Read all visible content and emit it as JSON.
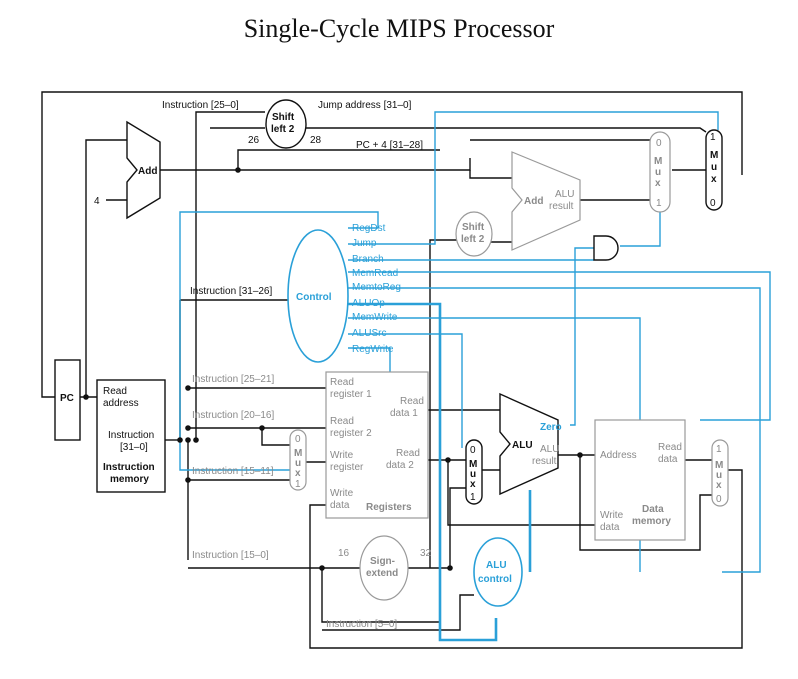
{
  "title": "Single-Cycle MIPS Processor",
  "labels": {
    "instr_25_0": "Instruction [25–0]",
    "shift_left_2_top_a": "Shift",
    "shift_left_2_top_b": "left 2",
    "n26": "26",
    "n28": "28",
    "jump_address": "Jump address [31–0]",
    "pc4": "PC + 4 [31–28]",
    "add": "Add",
    "four": "4",
    "shift_left_2_mid_a": "Shift",
    "shift_left_2_mid_b": "left 2",
    "add_alu": "Add",
    "alu_result_a": "ALU",
    "alu_result_b": "result",
    "mux_top": [
      "M",
      "u",
      "x"
    ],
    "mux_top_in0": "0",
    "mux_top_in1": "1",
    "mux_jump": [
      "M",
      "u",
      "x"
    ],
    "mux_jump_in1": "1",
    "mux_jump_in0": "0",
    "instr_31_26": "Instruction [31–26]",
    "control": "Control",
    "signals": [
      "RegDst",
      "Jump",
      "Branch",
      "MemRead",
      "MemtoReg",
      "ALUOp",
      "MemWrite",
      "ALUSrc",
      "RegWrite"
    ],
    "pc": "PC",
    "read_address_a": "Read",
    "read_address_b": "address",
    "instruction_a": "Instruction",
    "instruction_b": "[31–0]",
    "imem_a": "Instruction",
    "imem_b": "memory",
    "instr_25_21": "Instruction [25–21]",
    "instr_20_16": "Instruction [20–16]",
    "instr_15_11": "Instruction [15–11]",
    "instr_15_0": "Instruction [15–0]",
    "instr_5_0": "Instruction [5–0]",
    "read_reg1_a": "Read",
    "read_reg1_b": "register 1",
    "read_reg2_a": "Read",
    "read_reg2_b": "register 2",
    "write_reg_a": "Write",
    "write_reg_b": "register",
    "write_data_a": "Write",
    "write_data_b": "data",
    "read_data1_a": "Read",
    "read_data1_b": "data 1",
    "read_data2_a": "Read",
    "read_data2_b": "data 2",
    "registers": "Registers",
    "mux_regdst": [
      "M",
      "u",
      "x"
    ],
    "mux_regdst_in0": "0",
    "mux_regdst_in1": "1",
    "mux_alusrc": [
      "M",
      "u",
      "x"
    ],
    "mux_alusrc_in0": "0",
    "mux_alusrc_in1": "1",
    "zero": "Zero",
    "alu": "ALU",
    "alu_res_a": "ALU",
    "alu_res_b": "result",
    "address": "Address",
    "dmem_read_a": "Read",
    "dmem_read_b": "data",
    "dmem_write_a": "Write",
    "dmem_write_b": "data",
    "dmem_a": "Data",
    "dmem_b": "memory",
    "mux_memtoreg": [
      "M",
      "u",
      "x"
    ],
    "mux_memtoreg_in1": "1",
    "mux_memtoreg_in0": "0",
    "n16": "16",
    "n32": "32",
    "sign_extend_a": "Sign-",
    "sign_extend_b": "extend",
    "alu_control_a": "ALU",
    "alu_control_b": "control"
  },
  "colors": {
    "datapath": "#111111",
    "control": "#2aa0d8",
    "inactive": "#9a9a9a"
  }
}
